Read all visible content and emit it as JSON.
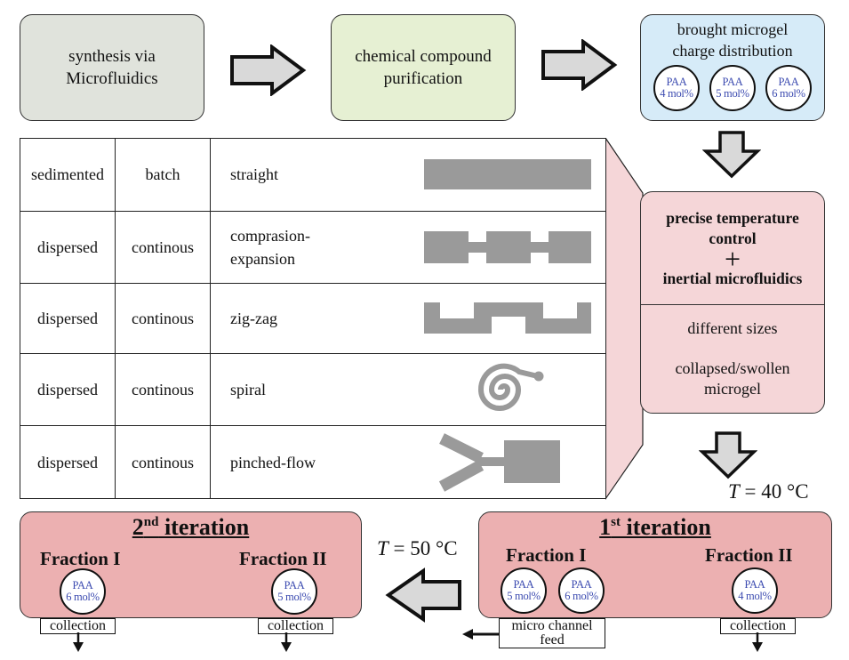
{
  "top_row": {
    "synthesis": {
      "line1": "synthesis via",
      "line2": "Microfluidics"
    },
    "purification": {
      "line1": "chemical compound",
      "line2": "purification"
    },
    "distribution": {
      "line1": "brought microgel",
      "line2": "charge distribution",
      "particles": [
        {
          "name": "PAA",
          "value": "4 mol%"
        },
        {
          "name": "PAA",
          "value": "5 mol%"
        },
        {
          "name": "PAA",
          "value": "6 mol%"
        }
      ]
    }
  },
  "methods_table": {
    "rows": [
      {
        "sample": "sedimented",
        "mode": "batch",
        "channel": "straight",
        "channel_line2": "",
        "geometry": "straight-channel-icon"
      },
      {
        "sample": "dispersed",
        "mode": "continous",
        "channel": "comprasion-",
        "channel_line2": "expansion",
        "geometry": "compression-expansion-channel-icon"
      },
      {
        "sample": "dispersed",
        "mode": "continous",
        "channel": "zig-zag",
        "channel_line2": "",
        "geometry": "zigzag-channel-icon"
      },
      {
        "sample": "dispersed",
        "mode": "continous",
        "channel": "spiral",
        "channel_line2": "",
        "geometry": "spiral-channel-icon"
      },
      {
        "sample": "dispersed",
        "mode": "continous",
        "channel": "pinched-flow",
        "channel_line2": "",
        "geometry": "pinched-flow-channel-icon"
      }
    ]
  },
  "control_box": {
    "line1": "precise temperature",
    "line2": "control",
    "plus": "+",
    "line3": "inertial microfluidics",
    "result1": "different sizes",
    "result2a": "collapsed/swollen",
    "result2b": "microgel"
  },
  "temperatures": {
    "first": {
      "symbol": "T",
      "value": " = 40 °C"
    },
    "second": {
      "symbol": "T",
      "value": " = 50 °C"
    }
  },
  "iteration1": {
    "title_num": "1",
    "title_sup": "st",
    "title_word": " iteration",
    "fraction1": "Fraction I",
    "fraction2": "Fraction II",
    "fraction1_particles": [
      {
        "name": "PAA",
        "value": "5 mol%"
      },
      {
        "name": "PAA",
        "value": "6 mol%"
      }
    ],
    "fraction2_particles": [
      {
        "name": "PAA",
        "value": "4 mol%"
      }
    ],
    "feed_line1": "micro channel",
    "feed_line2": "feed",
    "collection": "collection"
  },
  "iteration2": {
    "title_num": "2",
    "title_sup": "nd",
    "title_word": " iteration",
    "fraction1": "Fraction I",
    "fraction2": "Fraction II",
    "fraction1_particles": [
      {
        "name": "PAA",
        "value": "6 mol%"
      }
    ],
    "fraction2_particles": [
      {
        "name": "PAA",
        "value": "5 mol%"
      }
    ],
    "collection1": "collection",
    "collection2": "collection"
  },
  "colors": {
    "synthesis_bg": "#e0e3dc",
    "purification_bg": "#e6f0d3",
    "distribution_bg": "#d6ebf8",
    "control_bg": "#f5d6d8",
    "iteration_bg": "#ecb0b1",
    "particle_text": "#3c4bb0",
    "channel_gray": "#9a9a9a",
    "arrow_fill": "#d9d9d9"
  }
}
